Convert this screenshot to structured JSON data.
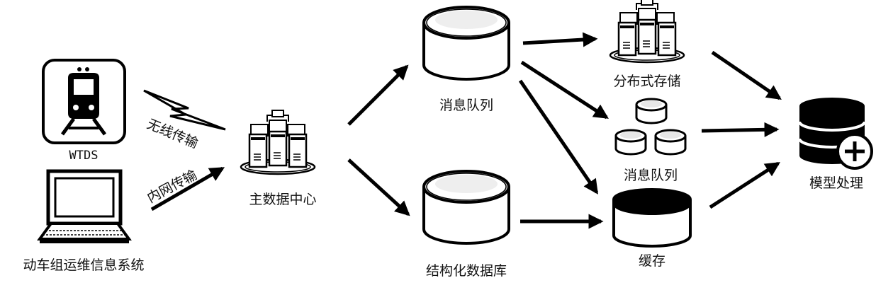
{
  "nodes": {
    "wtds": {
      "label": "WTDS",
      "icon": "train-icon"
    },
    "maintenance_system": {
      "label": "动车组运维信息系统",
      "icon": "computer-icon"
    },
    "main_datacenter": {
      "label": "主数据中心",
      "icon": "server-cluster-icon"
    },
    "message_queue_top": {
      "label": "消息队列",
      "icon": "disk-cylinder-icon"
    },
    "structured_db": {
      "label": "结构化数据库",
      "icon": "disk-cylinder-icon"
    },
    "distributed_storage": {
      "label": "分布式存储",
      "icon": "server-cluster-icon"
    },
    "message_queue_mid": {
      "label": "消息队列",
      "icon": "triple-cylinder-icon"
    },
    "cache": {
      "label": "缓存",
      "icon": "cache-cylinder-icon"
    },
    "model_processing": {
      "label": "模型处理",
      "icon": "database-plus-icon"
    }
  },
  "edges": {
    "wireless": {
      "label": "无线传输"
    },
    "intranet": {
      "label": "内网传输"
    }
  },
  "colors": {
    "ink": "#000000",
    "fill": "#ffffff",
    "shade": "#e6e6e6"
  }
}
